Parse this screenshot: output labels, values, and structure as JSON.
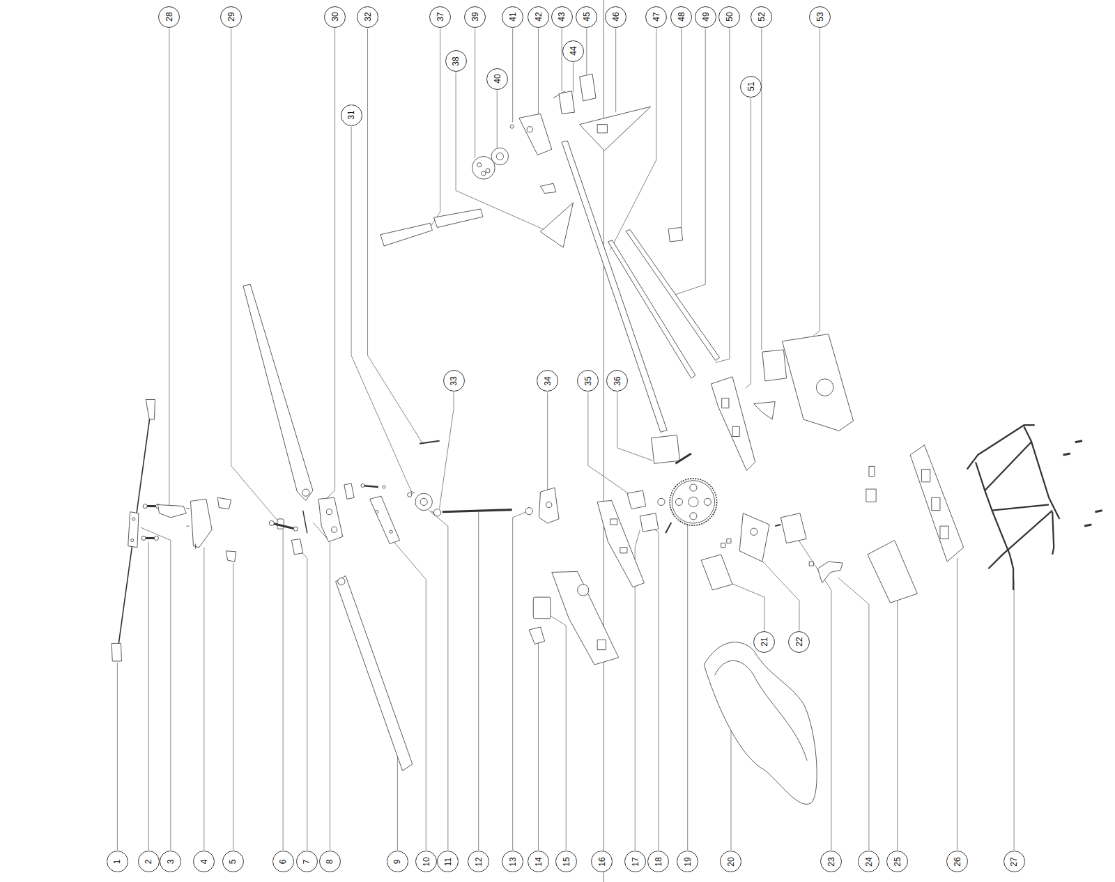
{
  "diagram": {
    "nodes": [
      {
        "text": [
          "1"
        ]
      },
      {
        "text": [
          "2"
        ]
      },
      {
        "text": [
          "3"
        ]
      },
      {
        "text": [
          "4"
        ]
      },
      {
        "text": [
          "5"
        ]
      },
      {
        "text": [
          "6"
        ]
      },
      {
        "text": [
          "7"
        ]
      },
      {
        "text": [
          "8"
        ]
      },
      {
        "text": [
          "9"
        ]
      },
      {
        "text": [
          "10"
        ]
      },
      {
        "text": [
          "11"
        ]
      },
      {
        "text": [
          "12"
        ]
      },
      {
        "text": [
          "13"
        ]
      },
      {
        "text": [
          "14"
        ]
      },
      {
        "text": [
          "15"
        ]
      },
      {
        "text": [
          "16"
        ]
      },
      {
        "text": [
          "17"
        ]
      },
      {
        "text": [
          "18"
        ]
      },
      {
        "text": [
          "19"
        ]
      },
      {
        "text": [
          "20"
        ]
      },
      {
        "text": [
          "21"
        ]
      },
      {
        "text": [
          "22"
        ]
      },
      {
        "text": [
          "23"
        ]
      },
      {
        "text": [
          "24"
        ]
      },
      {
        "text": [
          "25"
        ]
      },
      {
        "text": [
          "26"
        ]
      },
      {
        "text": [
          "27"
        ]
      },
      {
        "text": [
          "28"
        ]
      },
      {
        "text": [
          "29"
        ]
      },
      {
        "text": [
          "30"
        ]
      },
      {
        "text": [
          "31"
        ]
      },
      {
        "text": [
          "32"
        ]
      },
      {
        "text": [
          "33"
        ]
      },
      {
        "text": [
          "34"
        ]
      },
      {
        "text": [
          "35"
        ]
      },
      {
        "text": [
          "36"
        ]
      },
      {
        "text": [
          "37"
        ]
      },
      {
        "text": [
          "38"
        ]
      },
      {
        "text": [
          "39"
        ]
      },
      {
        "text": [
          "40"
        ]
      },
      {
        "text": [
          "41"
        ]
      },
      {
        "text": [
          "42"
        ]
      },
      {
        "text": [
          "43"
        ]
      },
      {
        "text": [
          "44"
        ]
      },
      {
        "text": [
          "45"
        ]
      },
      {
        "text": [
          "46"
        ]
      },
      {
        "text": [
          "47"
        ]
      },
      {
        "text": [
          "48"
        ]
      },
      {
        "text": [
          "49"
        ]
      },
      {
        "text": [
          "50"
        ]
      },
      {
        "text": [
          "51"
        ]
      },
      {
        "text": [
          "52"
        ]
      },
      {
        "text": [
          "53"
        ]
      }
    ]
  }
}
